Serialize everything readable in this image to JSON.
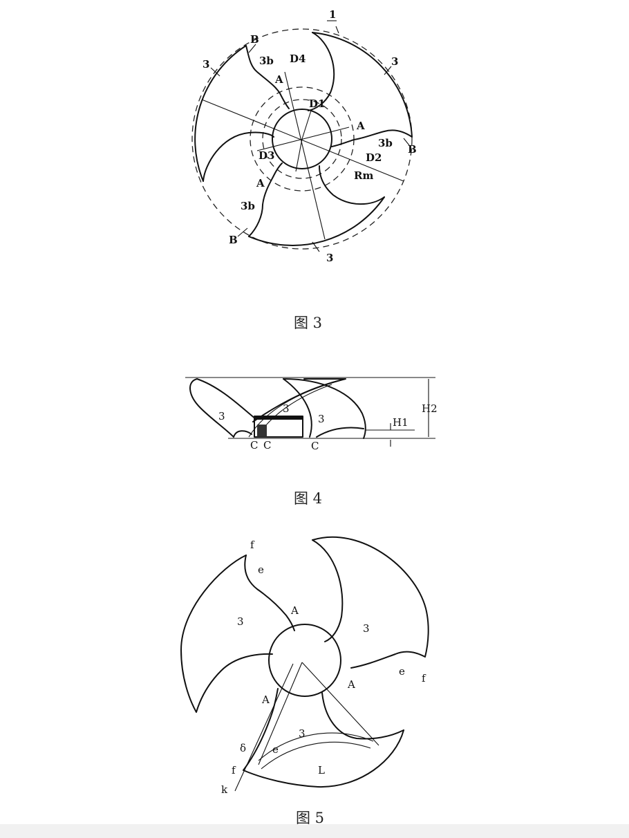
{
  "figures": [
    {
      "caption": "图 3",
      "labels": {
        "ref_1": "1",
        "blade_top_left": "3",
        "blade_top_right": "3",
        "blade_bottom": "3",
        "edge_3b_top": "3b",
        "edge_3b_right": "3b",
        "edge_3b_bottom": "3b",
        "B_top": "B",
        "B_right": "B",
        "B_bottom": "B",
        "A_top": "A",
        "A_right": "A",
        "A_bottom": "A",
        "D1": "D1",
        "D2": "D2",
        "D3": "D3",
        "D4": "D4",
        "Rm": "Rm"
      }
    },
    {
      "caption": "图 4",
      "labels": {
        "blade_left": "3",
        "blade_middle": "3",
        "blade_right": "3",
        "C1": "C",
        "C2": "C",
        "C3": "C",
        "H1": "H1",
        "H2": "H2"
      }
    },
    {
      "caption": "图 5",
      "labels": {
        "blade_left": "3",
        "blade_right": "3",
        "blade_bottom": "3",
        "f_top": "f",
        "e_top": "e",
        "A_top": "A",
        "e_right": "e",
        "f_right": "f",
        "A_right": "A",
        "A_left": "A",
        "delta": "δ",
        "e_bottom": "e",
        "f_bottom": "f",
        "k": "k",
        "L": "L"
      }
    }
  ]
}
